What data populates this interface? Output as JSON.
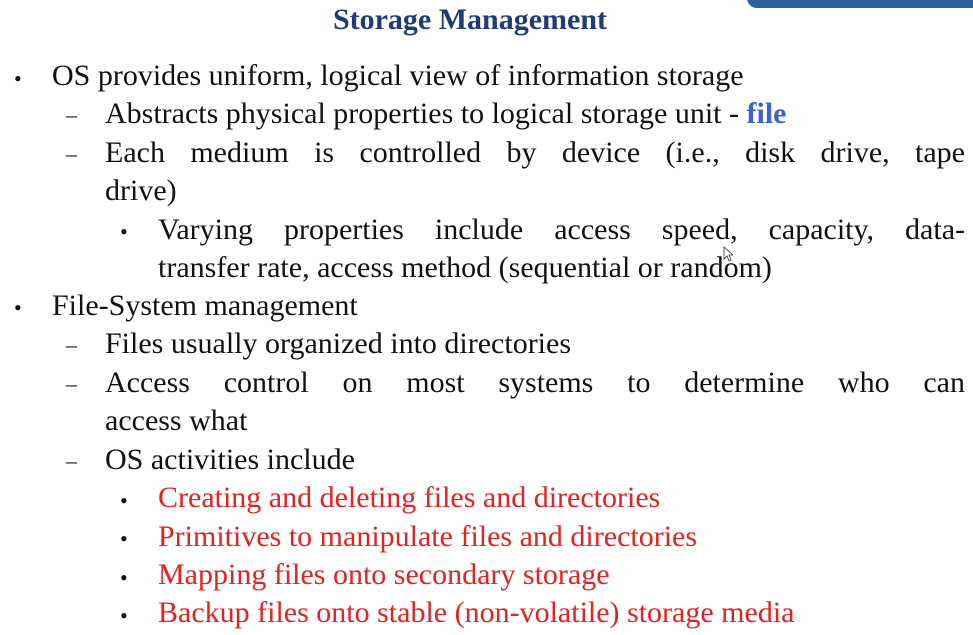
{
  "title": "Storage Management",
  "bullets": {
    "b1": "OS provides uniform, logical view of information storage",
    "b1_s1_text": "Abstracts physical properties to logical storage unit  -",
    "b1_s1_highlight": "file",
    "b1_s2_line1": "Each medium is controlled by device (i.e., disk drive, tape",
    "b1_s2_line2": "drive)",
    "b1_s2_sub1_line1": "Varying properties include access speed, capacity, data-",
    "b1_s2_sub1_line2": "transfer rate, access method (sequential or random)",
    "b2": "File-System management",
    "b2_s1": "Files usually organized into directories",
    "b2_s2_line1": "Access control on most systems to determine who can",
    "b2_s2_line2": "access what",
    "b2_s3": "OS activities include",
    "activities": [
      "Creating and deleting files and directories",
      "Primitives to manipulate files and directories",
      "Mapping files onto secondary storage",
      "Backup files onto stable (non-volatile) storage media"
    ]
  },
  "markers": {
    "dot": "•",
    "dash": "–"
  },
  "colors": {
    "title": "#1f3b7a",
    "highlight": "#3a62d6",
    "activity_text": "#e32222",
    "tab": "#2f5f9e"
  },
  "icons": {
    "cursor": "mouse-pointer-icon"
  }
}
